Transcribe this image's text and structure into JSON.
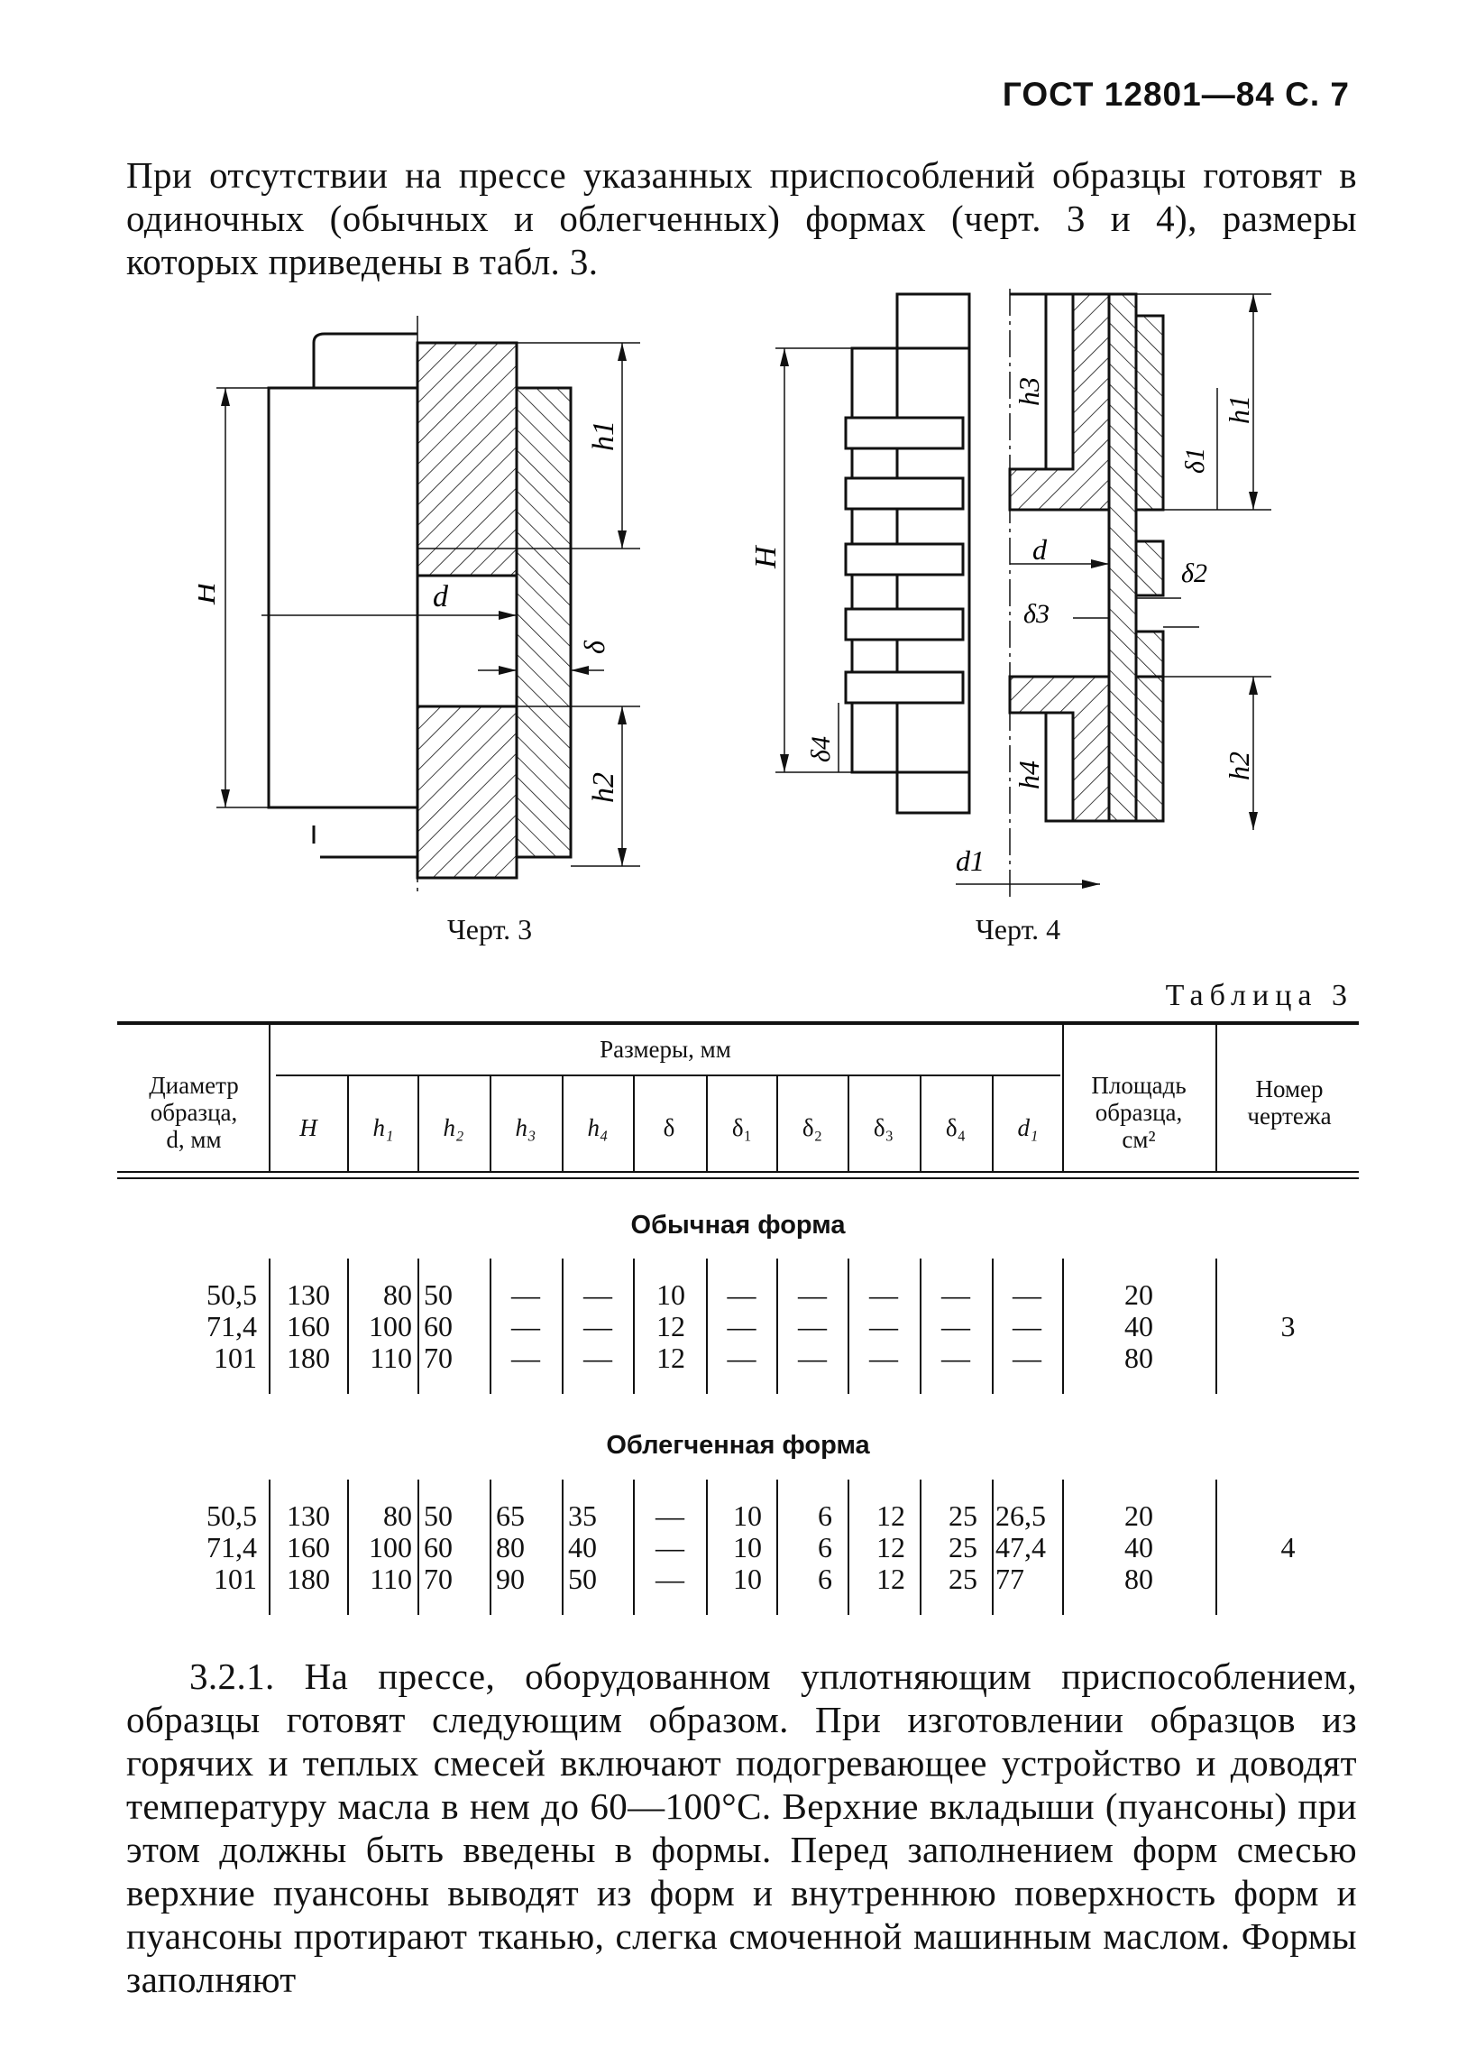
{
  "header": "ГОСТ 12801—84 С. 7",
  "intro": "При отсутствии на прессе указанных приспособлений образцы готовят в одиночных (обычных и облегченных) формах (черт. 3 и 4), размеры которых приведены в табл. 3.",
  "figures": {
    "fig3": {
      "caption": "Черт. 3",
      "labels": {
        "H": "H",
        "h1": "h1",
        "h2": "h2",
        "d": "d",
        "delta": "δ"
      }
    },
    "fig4": {
      "caption": "Черт. 4",
      "labels": {
        "H": "H",
        "h1": "h1",
        "h2": "h2",
        "h3": "h3",
        "h4": "h4",
        "d": "d",
        "d1": "d1",
        "delta1": "δ1",
        "delta2": "δ2",
        "delta3": "δ3",
        "delta4": "δ4"
      }
    }
  },
  "table": {
    "caption": "Таблица 3",
    "headers": {
      "diameter": [
        "Диаметр",
        "образца,",
        "d, мм"
      ],
      "sizes": "Размеры, мм",
      "area": [
        "Площадь",
        "образца,",
        "см²"
      ],
      "number": [
        "Номер",
        "чертежа"
      ],
      "columns": [
        "H",
        "h₁",
        "h₂",
        "h₃",
        "h₄",
        "δ",
        "δ₁",
        "δ₂",
        "δ₃",
        "δ₄",
        "d₁"
      ]
    },
    "sections": [
      {
        "title": "Обычная форма",
        "diameter": "50,5\n71,4\n101",
        "cols": [
          "130\n160\n180",
          "80\n100\n110",
          "50\n60\n70",
          "—\n—\n—",
          "—\n—\n—",
          "10\n12\n12",
          "—\n—\n—",
          "—\n—\n—",
          "—\n—\n—",
          "—\n—\n—",
          "—\n—\n—"
        ],
        "area": "20\n40\n80",
        "number": "3"
      },
      {
        "title": "Облегченная форма",
        "diameter": "50,5\n71,4\n101",
        "cols": [
          "130\n160\n180",
          "80\n100\n110",
          "50\n60\n70",
          "65\n80\n90",
          "35\n40\n50",
          "—\n—\n—",
          "10\n10\n10",
          "6\n6\n6",
          "12\n12\n12",
          "25\n25\n25",
          "26,5\n47,4\n77"
        ],
        "area": "20\n40\n80",
        "number": "4"
      }
    ]
  },
  "para321": "3.2.1. На прессе, оборудованном уплотняющим приспособлением, образцы готовят следующим образом. При изготовлении образцов из горячих и теплых смесей включают подогревающее устройство и доводят температуру масла в нем до 60—100°С. Верхние вкладыши (пуансоны) при этом должны быть введены в формы. Перед заполнением форм смесью верхние пуансоны выводят из форм и внутреннюю поверхность форм и пуансоны протирают тканью, слегка смоченной машинным маслом. Формы заполняют"
}
